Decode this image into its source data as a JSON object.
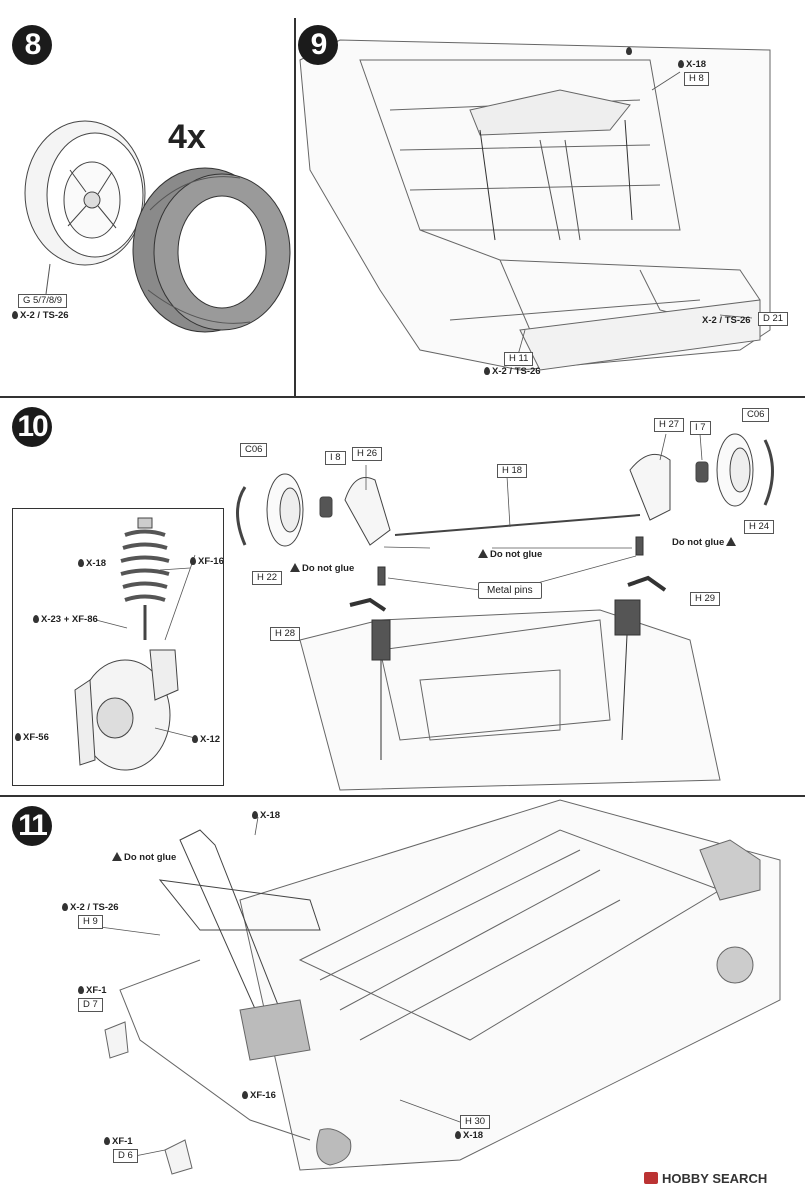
{
  "steps": {
    "s8": {
      "number": "8",
      "multiplier": "4x",
      "part": "G 5/7/8/9",
      "paint": "X-2 / TS-26"
    },
    "s9": {
      "number": "9",
      "paint_top": "X-18",
      "part_top": "H 8",
      "part_bottom": "H 11",
      "paint_bottom": "X-2 / TS-26",
      "paint_right": "X-2 / TS-26",
      "part_right": "D 21"
    },
    "s10": {
      "number": "10",
      "c06_left": "C06",
      "i8": "I 8",
      "h26": "H 26",
      "h18": "H 18",
      "h27": "H 27",
      "i7": "I 7",
      "c06_right": "C06",
      "h22": "H 22",
      "h24": "H 24",
      "h28": "H 28",
      "h29": "H 29",
      "do_not_glue_left": "Do not glue",
      "do_not_glue_center": "Do not glue",
      "do_not_glue_right": "Do not glue",
      "metal_pins": "Metal pins",
      "inset": {
        "x18": "X-18",
        "xf16": "XF-16",
        "x23": "X-23 + XF-86",
        "xf56": "XF-56",
        "x12": "X-12"
      }
    },
    "s11": {
      "number": "11",
      "x18_top": "X-18",
      "do_not_glue": "Do not glue",
      "paint_h9": "X-2 / TS-26",
      "h9": "H 9",
      "xf1_d7": "XF-1",
      "d7": "D 7",
      "xf16": "XF-16",
      "h30": "H 30",
      "x18_bottom": "X-18",
      "xf1_d6": "XF-1",
      "d6": "D 6"
    }
  },
  "watermark": "HOBBY SEARCH",
  "icons": [
    "paint-drop-icon",
    "warning-icon",
    "hobbysearch-logo-icon"
  ]
}
